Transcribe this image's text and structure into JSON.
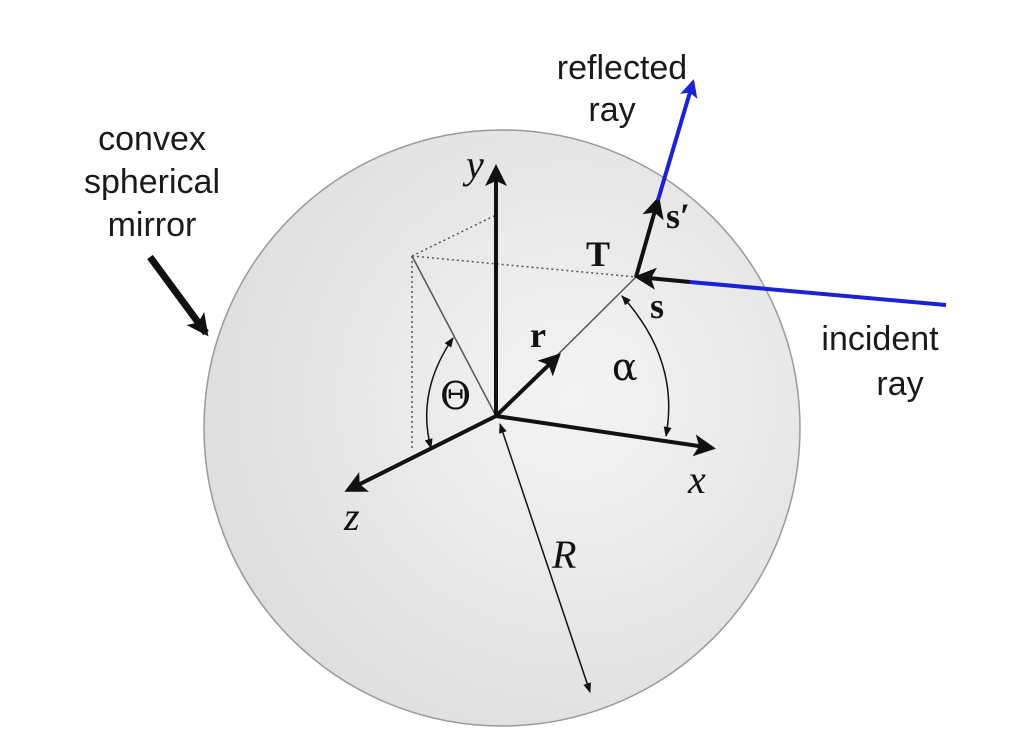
{
  "labels": {
    "mirror_line1": "convex",
    "mirror_line2": "spherical",
    "mirror_line3": "mirror",
    "reflected_line1": "reflected",
    "reflected_line2": "ray",
    "incident_line1": "incident",
    "incident_line2": "ray",
    "axis_x": "x",
    "axis_y": "y",
    "axis_z": "z",
    "radius": "R",
    "position_vector": "r",
    "theta": "Θ",
    "alpha": "α",
    "tangent": "T",
    "incident_dir": "s",
    "reflected_dir": "s′"
  },
  "colors": {
    "ray": "#1a22d4",
    "sphere_fill": "#eaeaea",
    "sphere_edge": "#9a9a9a",
    "ink": "#111111"
  }
}
